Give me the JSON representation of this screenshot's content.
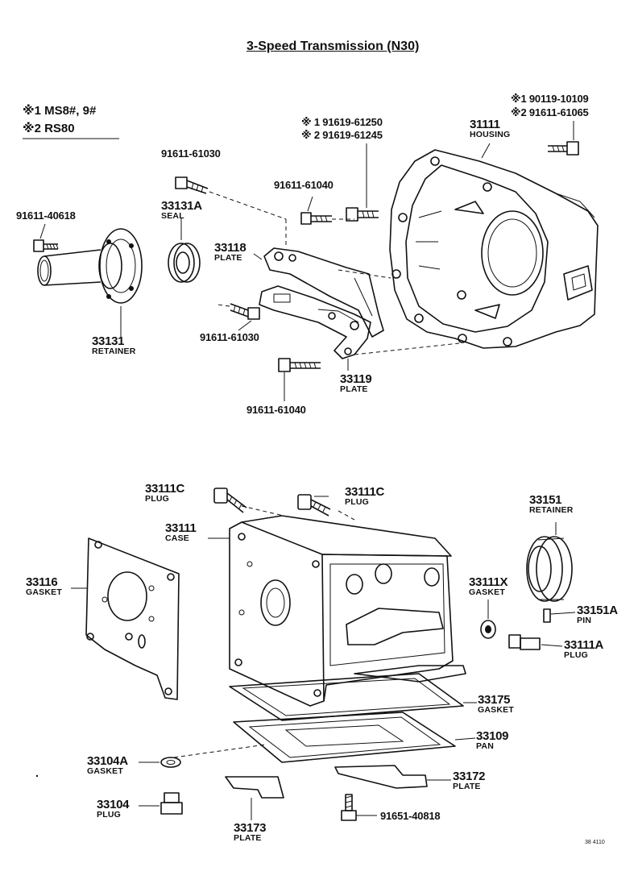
{
  "title": "3-Speed Transmission (N30)",
  "notes": {
    "line1": "※1  MS8#, 9#",
    "line2": "※2  RS80"
  },
  "parts": {
    "p33131": {
      "number": "33131",
      "name": "RETAINER"
    },
    "p91611_40618": {
      "number": "91611-40618"
    },
    "p91611_61030_top": {
      "number": "91611-61030"
    },
    "p33131A": {
      "number": "33131A",
      "name": "SEAL"
    },
    "p33118": {
      "number": "33118",
      "name": "PLATE"
    },
    "p91611_61040_top": {
      "number": "91611-61040"
    },
    "p91619": {
      "line1": "※ 1  91619-61250",
      "line2": "※ 2  91619-61245"
    },
    "p31111": {
      "number": "31111",
      "name": "HOUSING"
    },
    "p90119": {
      "line1": "※1  90119-10109",
      "line2": "※2  91611-61065"
    },
    "p91611_61030_mid": {
      "number": "91611-61030"
    },
    "p33119": {
      "number": "33119",
      "name": "PLATE"
    },
    "p91611_61040_bot": {
      "number": "91611-61040"
    },
    "p33111C_left": {
      "number": "33111C",
      "name": "PLUG"
    },
    "p33111C_right": {
      "number": "33111C",
      "name": "PLUG"
    },
    "p33111": {
      "number": "33111",
      "name": "CASE"
    },
    "p33116": {
      "number": "33116",
      "name": "GASKET"
    },
    "p33151": {
      "number": "33151",
      "name": "RETAINER"
    },
    "p33111X": {
      "number": "33111X",
      "name": "GASKET"
    },
    "p33151A": {
      "number": "33151A",
      "name": "PIN"
    },
    "p33111A": {
      "number": "33111A",
      "name": "PLUG"
    },
    "p33175": {
      "number": "33175",
      "name": "GASKET"
    },
    "p33109": {
      "number": "33109",
      "name": "PAN"
    },
    "p33104A": {
      "number": "33104A",
      "name": "GASKET"
    },
    "p33172": {
      "number": "33172",
      "name": "PLATE"
    },
    "p33104": {
      "number": "33104",
      "name": "PLUG"
    },
    "p91651": {
      "number": "91651-40818"
    },
    "p33173": {
      "number": "33173",
      "name": "PLATE"
    }
  },
  "footer_code": "38 4110"
}
